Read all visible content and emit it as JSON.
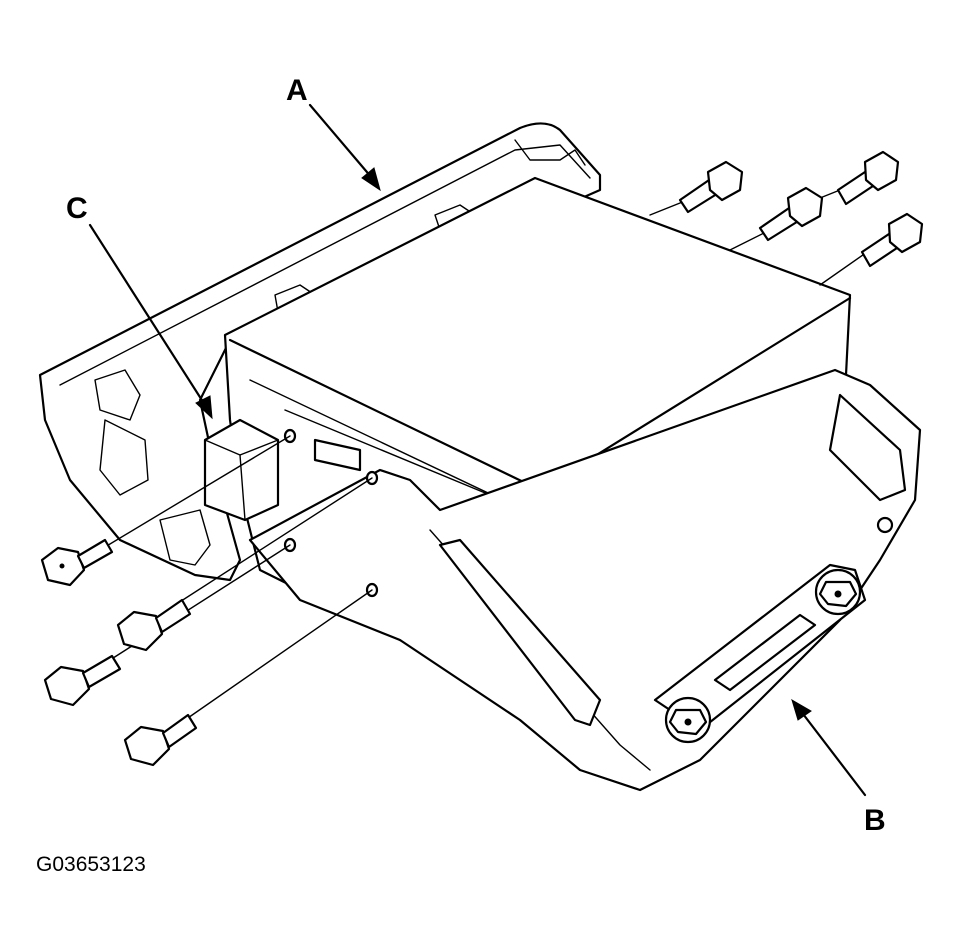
{
  "callouts": {
    "a": "A",
    "b": "B",
    "c": "C"
  },
  "figure_code": "G03653123",
  "colors": {
    "ink": "#000000",
    "paper": "#ffffff"
  }
}
